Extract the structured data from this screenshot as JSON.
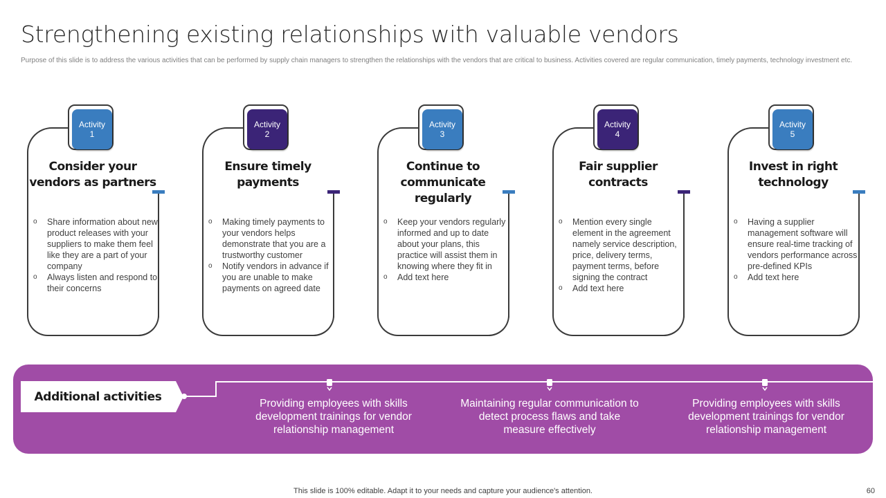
{
  "title": "Strengthening existing relationships with valuable vendors",
  "subtitle": "Purpose of this slide is to address the various activities that can be performed by supply chain managers to strengthen the relationships with the vendors that are critical to business. Activities covered are regular communication, timely payments, technology investment etc.",
  "colors": {
    "blue": "#2e75b6",
    "navy": "#3b2477",
    "purple_band": "#a04ca6",
    "card_border": "#3a3a3a"
  },
  "activities": [
    {
      "badge_label": "Activity",
      "badge_number": "1",
      "color": "#3a7dbf",
      "heading": "Consider your vendors as partners",
      "bullets": [
        "Share information about new product releases with your suppliers to make them feel like they are a part of your company",
        "Always listen and respond to their concerns"
      ]
    },
    {
      "badge_label": "Activity",
      "badge_number": "2",
      "color": "#3b2477",
      "heading": "Ensure timely payments",
      "bullets": [
        "Making timely payments to your vendors  helps demonstrate that you are a trustworthy customer",
        "Notify vendors  in advance  if you are unable to make payments on agreed date"
      ]
    },
    {
      "badge_label": "Activity",
      "badge_number": "3",
      "color": "#3a7dbf",
      "heading": "Continue to communicate regularly",
      "bullets": [
        "Keep your vendors regularly informed and up to date about your plans, this practice will assist them in knowing where they fit in",
        "Add text here"
      ]
    },
    {
      "badge_label": "Activity",
      "badge_number": "4",
      "color": "#3b2477",
      "heading": "Fair supplier contracts",
      "bullets": [
        "Mention every single element in the agreement namely service description, price, delivery terms, payment terms, before signing the contract",
        "Add text here"
      ]
    },
    {
      "badge_label": "Activity",
      "badge_number": "5",
      "color": "#3a7dbf",
      "heading": "Invest in right technology",
      "bullets": [
        "Having a supplier management software will ensure real-time tracking of vendors performance across pre-defined KPIs",
        "Add text here"
      ]
    }
  ],
  "additional": {
    "label": "Additional activities",
    "items": [
      "Providing employees with skills development trainings for vendor relationship management",
      "Maintaining regular communication to detect process flaws and take measure effectively",
      "Providing employees with skills development trainings for vendor relationship management"
    ]
  },
  "footer": {
    "note": "This slide is 100% editable. Adapt it to your needs and capture your audience's attention.",
    "page_number": "60"
  }
}
